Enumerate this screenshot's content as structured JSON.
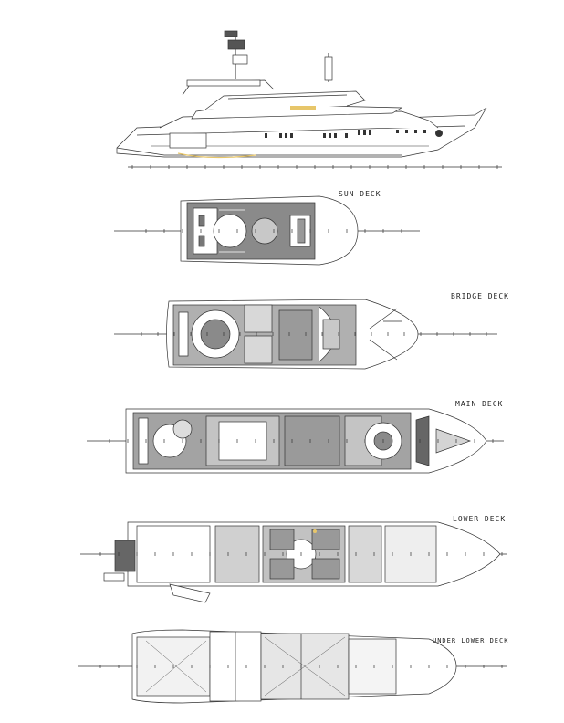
{
  "drawing": {
    "decks": [
      {
        "id": "sun",
        "label": "SUN DECK"
      },
      {
        "id": "bridge",
        "label": "BRIDGE DECK"
      },
      {
        "id": "main",
        "label": "MAIN DECK"
      },
      {
        "id": "lower",
        "label": "LOWER DECK"
      },
      {
        "id": "underlower",
        "label": "UNDER LOWER DECK"
      }
    ]
  },
  "colors": {
    "line": "#333333",
    "fill_dark": "#7a7a7a",
    "fill_mid": "#a8a8a8",
    "fill_light": "#d6d6d6",
    "accent": "#e7c66a"
  }
}
